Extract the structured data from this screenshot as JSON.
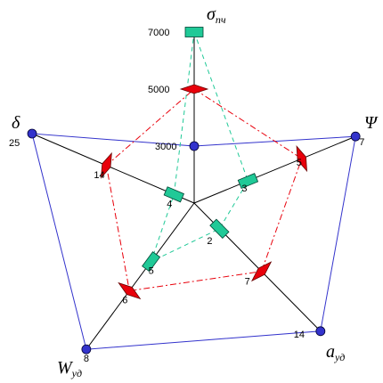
{
  "chart_data": {
    "type": "radar",
    "axes": [
      {
        "id": "sigma",
        "label": "σ",
        "sub": "пч",
        "ticks": [
          {
            "value": 7000,
            "text": "7000"
          },
          {
            "value": 5000,
            "text": "5000"
          },
          {
            "value": 3000,
            "text": "3000"
          }
        ]
      },
      {
        "id": "psi",
        "label": "Ψ",
        "sub": "",
        "ticks": [
          {
            "value": 7,
            "text": "7"
          },
          {
            "value": 5,
            "text": "5"
          },
          {
            "value": 3,
            "text": "3"
          }
        ]
      },
      {
        "id": "a",
        "label": "a",
        "sub": "уд",
        "ticks": [
          {
            "value": 14,
            "text": "14"
          },
          {
            "value": 7,
            "text": "7"
          },
          {
            "value": 2,
            "text": "2"
          }
        ]
      },
      {
        "id": "w",
        "label": "W",
        "sub": "уд",
        "ticks": [
          {
            "value": 8,
            "text": "8"
          },
          {
            "value": 6,
            "text": "6"
          },
          {
            "value": 5,
            "text": "5"
          }
        ]
      },
      {
        "id": "delta",
        "label": "δ",
        "sub": "",
        "ticks": [
          {
            "value": 25,
            "text": "25"
          },
          {
            "value": 14,
            "text": "14"
          },
          {
            "value": 4,
            "text": "4"
          }
        ]
      }
    ],
    "series": [
      {
        "marker": "circle",
        "color": "#3333cc",
        "line": "solid",
        "values": [
          3000,
          7,
          14,
          8,
          25
        ]
      },
      {
        "marker": "diamond",
        "color": "#e8000b",
        "line": "dash-dot",
        "values": [
          5000,
          5,
          7,
          6,
          14
        ]
      },
      {
        "marker": "rect",
        "color": "#20c997",
        "line": "dashed",
        "values": [
          7000,
          3,
          2,
          5,
          4
        ]
      }
    ]
  }
}
